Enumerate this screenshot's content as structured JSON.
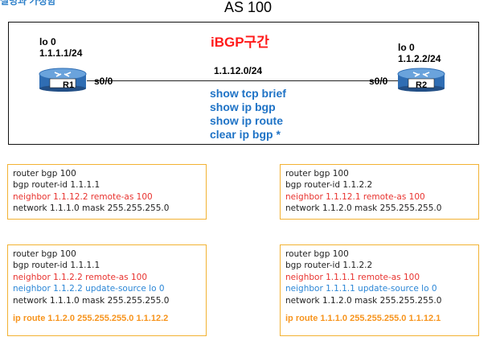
{
  "corner_text": "설명과 가정함",
  "as_title": "AS 100",
  "section_label": "iBGP구간",
  "r1": {
    "loopback_name": "lo 0",
    "loopback_ip": "1.1.1.1/24",
    "name": "R1",
    "interface": "s0/0"
  },
  "r2": {
    "loopback_name": "lo 0",
    "loopback_ip": "1.1.2.2/24",
    "name": "R2",
    "interface": "s0/0"
  },
  "link_subnet": "1.1.12.0/24",
  "commands": [
    "show tcp brief",
    "show ip bgp",
    "show ip route",
    "clear ip bgp *"
  ],
  "colors": {
    "accent_red": "#ff1a1a",
    "command_blue": "#1f73c6",
    "box_border": "#f2b233",
    "static_route": "#f7941d",
    "router_body": "#2f6db3"
  },
  "config_boxes": [
    {
      "lines": [
        "router bgp 100",
        "bgp router-id 1.1.1.1",
        "neighbor 1.1.12.2 remote-as 100",
        "network 1.1.1.0 mask 255.255.255.0"
      ],
      "colors": [
        "black",
        "black",
        "red",
        "black"
      ]
    },
    {
      "lines": [
        "router bgp 100",
        "bgp router-id 1.1.2.2",
        "neighbor 1.1.12.1 remote-as 100",
        "network 1.1.2.0 mask 255.255.255.0"
      ],
      "colors": [
        "black",
        "black",
        "red",
        "black"
      ]
    },
    {
      "lines": [
        "router bgp 100",
        "bgp router-id 1.1.1.1",
        "neighbor 1.1.2.2 remote-as 100",
        "neighbor 1.1.2.2 update-source lo 0",
        "network 1.1.1.0 mask 255.255.255.0"
      ],
      "colors": [
        "black",
        "black",
        "red",
        "blue",
        "black"
      ],
      "static_route": "ip route 1.1.2.0 255.255.255.0 1.1.12.2"
    },
    {
      "lines": [
        "router bgp 100",
        "bgp router-id 1.1.2.2",
        "neighbor 1.1.1.1 remote-as 100",
        "neighbor 1.1.1.1 update-source lo 0",
        "network 1.1.2.0 mask 255.255.255.0"
      ],
      "colors": [
        "black",
        "black",
        "red",
        "blue",
        "black"
      ],
      "static_route": "ip route 1.1.1.0 255.255.255.0 1.1.12.1"
    }
  ]
}
